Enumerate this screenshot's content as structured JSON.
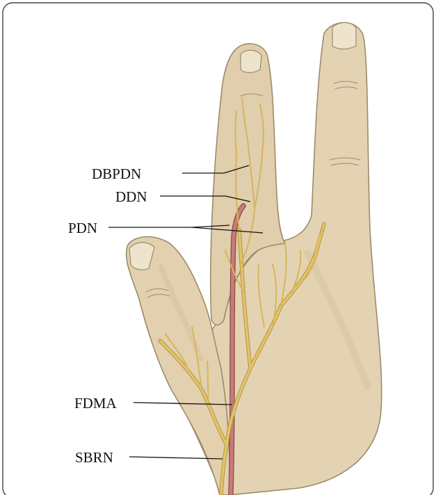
{
  "labels": {
    "dbpdn": "DBPDN",
    "ddn": "DDN",
    "pdn": "PDN",
    "fdma": "FDMA",
    "sbrn": "SBRN"
  },
  "colors": {
    "skin": "#e4d3b3",
    "skin_shadow": "#cdb994",
    "skin_outline": "#9c8a6b",
    "nail": "#eee3cc",
    "nerve": "#e2c46a",
    "nerve_outline": "#b39540",
    "artery": "#c77c78",
    "artery_outline": "#8e4a46",
    "frame": "#444444"
  }
}
